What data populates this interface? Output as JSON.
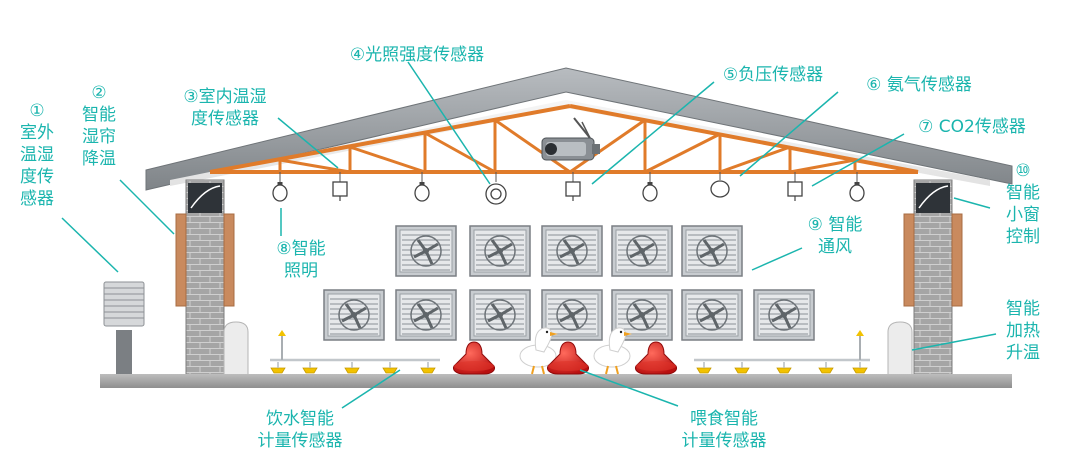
{
  "labels": {
    "outdoor_sensor": "①\n室外\n温湿\n度传\n感器",
    "smart_curtain": "②\n智能\n湿帘\n降温",
    "indoor_sensor": "③室内温湿\n度传感器",
    "light_sensor": "④光照强度传感器",
    "negative_pressure": "⑤负压传感器",
    "ammonia": "⑥ 氨气传感器",
    "co2": "⑦ CO2传感器",
    "smart_lighting": "⑧智能\n照明",
    "ventilation": "⑨ 智能\n通风",
    "smart_window": "⑩\n智能\n小窗\n控制",
    "heating": "智能\n加热\n升温",
    "water_sensor": "饮水智能\n计量传感器",
    "feed_sensor": "喂食智能\n计量传感器"
  },
  "colors": {
    "label": "#1bb5ae",
    "roof": "#9a9fa3",
    "truss": "#e07b2a",
    "wall": "#9c9c9c",
    "floor": "#a7a7a7",
    "curtain": "#c98a5e",
    "feeder": "#d62626",
    "drinker": "#f2c200"
  },
  "icons": {
    "camera": "camera-icon",
    "fan": "fan-icon",
    "bulb": "bulb-icon",
    "duck": "duck-icon"
  }
}
